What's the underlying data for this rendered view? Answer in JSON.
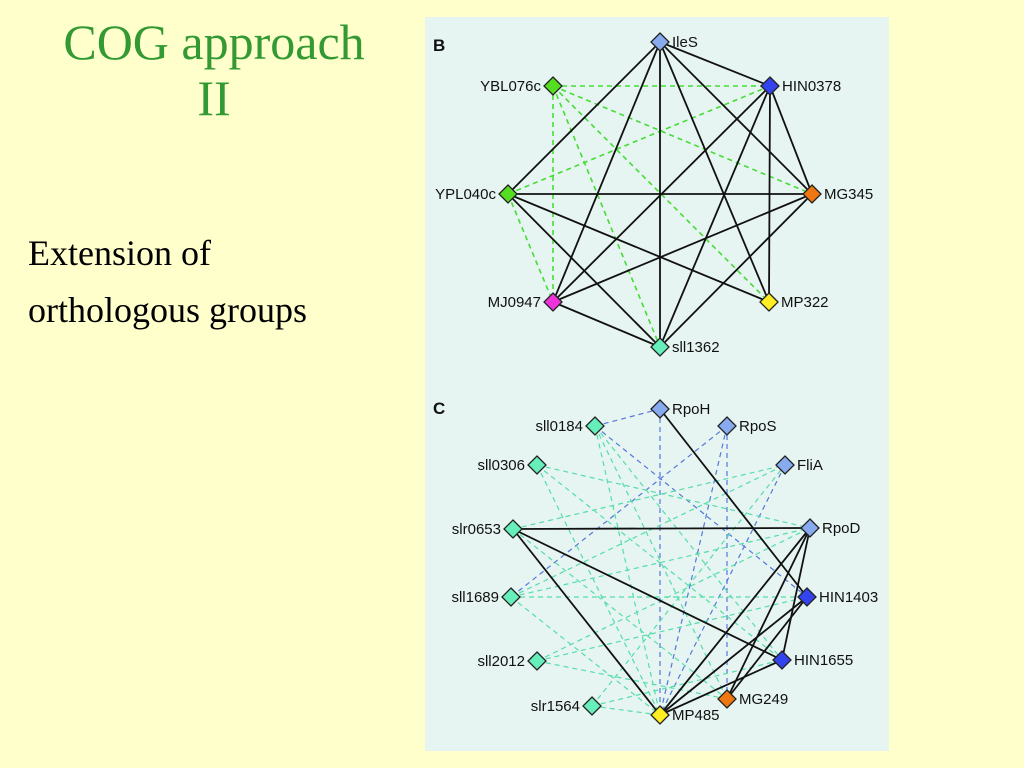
{
  "slide": {
    "title_lines": [
      "COG approach",
      "II"
    ],
    "subtitle_lines": [
      "Extension of",
      "orthologous groups"
    ],
    "title_color": "#339933",
    "background_color": "#ffffcc",
    "panel_color": "#e6f5f1"
  },
  "colors": {
    "green": "#55dd22",
    "blue": "#3344ee",
    "lightblue": "#88aaee",
    "orange": "#ee7711",
    "magenta": "#ee33dd",
    "yellow": "#ffee22",
    "teal": "#66eebb",
    "edge_black": "#111111",
    "edge_green_dashed": "#44dd33",
    "edge_blue_dashed": "#5577dd",
    "edge_teal_dashed": "#55ddaa"
  },
  "panel_b": {
    "letter": "B",
    "nodes": [
      {
        "id": "IleS",
        "label": "IleS",
        "color": "lightblue"
      },
      {
        "id": "HIN0378",
        "label": "HIN0378",
        "color": "blue"
      },
      {
        "id": "MG345",
        "label": "MG345",
        "color": "orange"
      },
      {
        "id": "MP322",
        "label": "MP322",
        "color": "yellow"
      },
      {
        "id": "sll1362",
        "label": "sll1362",
        "color": "teal"
      },
      {
        "id": "MJ0947",
        "label": "MJ0947",
        "color": "magenta"
      },
      {
        "id": "YPL040c",
        "label": "YPL040c",
        "color": "green"
      },
      {
        "id": "YBL076c",
        "label": "YBL076c",
        "color": "green"
      }
    ],
    "edges": [
      {
        "from": "IleS",
        "to": "HIN0378",
        "style": "solid"
      },
      {
        "from": "IleS",
        "to": "MG345",
        "style": "solid"
      },
      {
        "from": "IleS",
        "to": "MP322",
        "style": "solid"
      },
      {
        "from": "IleS",
        "to": "sll1362",
        "style": "solid"
      },
      {
        "from": "IleS",
        "to": "MJ0947",
        "style": "solid"
      },
      {
        "from": "IleS",
        "to": "YPL040c",
        "style": "solid"
      },
      {
        "from": "HIN0378",
        "to": "MG345",
        "style": "solid"
      },
      {
        "from": "HIN0378",
        "to": "MP322",
        "style": "solid"
      },
      {
        "from": "HIN0378",
        "to": "sll1362",
        "style": "solid"
      },
      {
        "from": "HIN0378",
        "to": "MJ0947",
        "style": "solid"
      },
      {
        "from": "MG345",
        "to": "YPL040c",
        "style": "solid"
      },
      {
        "from": "MG345",
        "to": "MJ0947",
        "style": "solid"
      },
      {
        "from": "MG345",
        "to": "sll1362",
        "style": "solid"
      },
      {
        "from": "YPL040c",
        "to": "MP322",
        "style": "solid"
      },
      {
        "from": "YPL040c",
        "to": "sll1362",
        "style": "solid"
      },
      {
        "from": "YPL040c",
        "to": "MJ0947",
        "style": "dashed"
      },
      {
        "from": "MJ0947",
        "to": "sll1362",
        "style": "solid"
      },
      {
        "from": "YBL076c",
        "to": "HIN0378",
        "style": "dashed"
      },
      {
        "from": "YBL076c",
        "to": "MG345",
        "style": "dashed"
      },
      {
        "from": "YBL076c",
        "to": "MP322",
        "style": "dashed"
      },
      {
        "from": "YBL076c",
        "to": "sll1362",
        "style": "dashed"
      },
      {
        "from": "YBL076c",
        "to": "MJ0947",
        "style": "dashed"
      },
      {
        "from": "YPL040c",
        "to": "HIN0378",
        "style": "dashed"
      }
    ]
  },
  "panel_c": {
    "letter": "C",
    "nodes": [
      {
        "id": "RpoH",
        "label": "RpoH",
        "color": "lightblue"
      },
      {
        "id": "RpoS",
        "label": "RpoS",
        "color": "lightblue"
      },
      {
        "id": "FliA",
        "label": "FliA",
        "color": "lightblue"
      },
      {
        "id": "RpoD",
        "label": "RpoD",
        "color": "lightblue"
      },
      {
        "id": "HIN1403",
        "label": "HIN1403",
        "color": "blue"
      },
      {
        "id": "HIN1655",
        "label": "HIN1655",
        "color": "blue"
      },
      {
        "id": "MG249",
        "label": "MG249",
        "color": "orange"
      },
      {
        "id": "MP485",
        "label": "MP485",
        "color": "yellow"
      },
      {
        "id": "slr1564",
        "label": "slr1564",
        "color": "teal"
      },
      {
        "id": "sll2012",
        "label": "sll2012",
        "color": "teal"
      },
      {
        "id": "sll1689",
        "label": "sll1689",
        "color": "teal"
      },
      {
        "id": "slr0653",
        "label": "slr0653",
        "color": "teal"
      },
      {
        "id": "sll0306",
        "label": "sll0306",
        "color": "teal"
      },
      {
        "id": "sll0184",
        "label": "sll0184",
        "color": "teal"
      }
    ],
    "edges": [
      {
        "from": "slr0653",
        "to": "RpoD",
        "style": "solid"
      },
      {
        "from": "slr0653",
        "to": "HIN1655",
        "style": "solid"
      },
      {
        "from": "slr0653",
        "to": "MP485",
        "style": "solid"
      },
      {
        "from": "RpoH",
        "to": "HIN1403",
        "style": "solid"
      },
      {
        "from": "RpoD",
        "to": "MP485",
        "style": "solid"
      },
      {
        "from": "RpoD",
        "to": "MG249",
        "style": "solid"
      },
      {
        "from": "RpoD",
        "to": "HIN1655",
        "style": "solid"
      },
      {
        "from": "HIN1403",
        "to": "MP485",
        "style": "solid"
      },
      {
        "from": "HIN1403",
        "to": "MG249",
        "style": "solid"
      },
      {
        "from": "HIN1655",
        "to": "MP485",
        "style": "solid"
      },
      {
        "from": "sll0184",
        "to": "RpoH",
        "style": "blue"
      },
      {
        "from": "sll0184",
        "to": "HIN1403",
        "style": "blue"
      },
      {
        "from": "RpoH",
        "to": "MP485",
        "style": "blue"
      },
      {
        "from": "RpoS",
        "to": "MP485",
        "style": "blue"
      },
      {
        "from": "RpoS",
        "to": "MG249",
        "style": "blue"
      },
      {
        "from": "RpoS",
        "to": "sll1689",
        "style": "blue"
      },
      {
        "from": "FliA",
        "to": "MP485",
        "style": "blue"
      },
      {
        "from": "HIN1403",
        "to": "MP485",
        "style": "blue"
      },
      {
        "from": "HIN1655",
        "to": "MP485",
        "style": "blue"
      },
      {
        "from": "RpoD",
        "to": "MP485",
        "style": "blue"
      },
      {
        "from": "sll0184",
        "to": "MP485",
        "style": "teal"
      },
      {
        "from": "sll0184",
        "to": "MG249",
        "style": "teal"
      },
      {
        "from": "sll0306",
        "to": "MP485",
        "style": "teal"
      },
      {
        "from": "sll0306",
        "to": "HIN1655",
        "style": "teal"
      },
      {
        "from": "sll0306",
        "to": "RpoD",
        "style": "teal"
      },
      {
        "from": "slr0653",
        "to": "FliA",
        "style": "teal"
      },
      {
        "from": "slr0653",
        "to": "MG249",
        "style": "teal"
      },
      {
        "from": "sll1689",
        "to": "RpoD",
        "style": "teal"
      },
      {
        "from": "sll1689",
        "to": "MP485",
        "style": "teal"
      },
      {
        "from": "sll1689",
        "to": "HIN1403",
        "style": "teal"
      },
      {
        "from": "sll2012",
        "to": "RpoD",
        "style": "teal"
      },
      {
        "from": "sll2012",
        "to": "MG249",
        "style": "teal"
      },
      {
        "from": "sll2012",
        "to": "HIN1403",
        "style": "teal"
      },
      {
        "from": "slr1564",
        "to": "FliA",
        "style": "teal"
      },
      {
        "from": "slr1564",
        "to": "MP485",
        "style": "teal"
      },
      {
        "from": "slr1564",
        "to": "HIN1655",
        "style": "teal"
      },
      {
        "from": "sll0184",
        "to": "HIN1655",
        "style": "teal"
      },
      {
        "from": "sll1689",
        "to": "FliA",
        "style": "teal"
      }
    ]
  }
}
